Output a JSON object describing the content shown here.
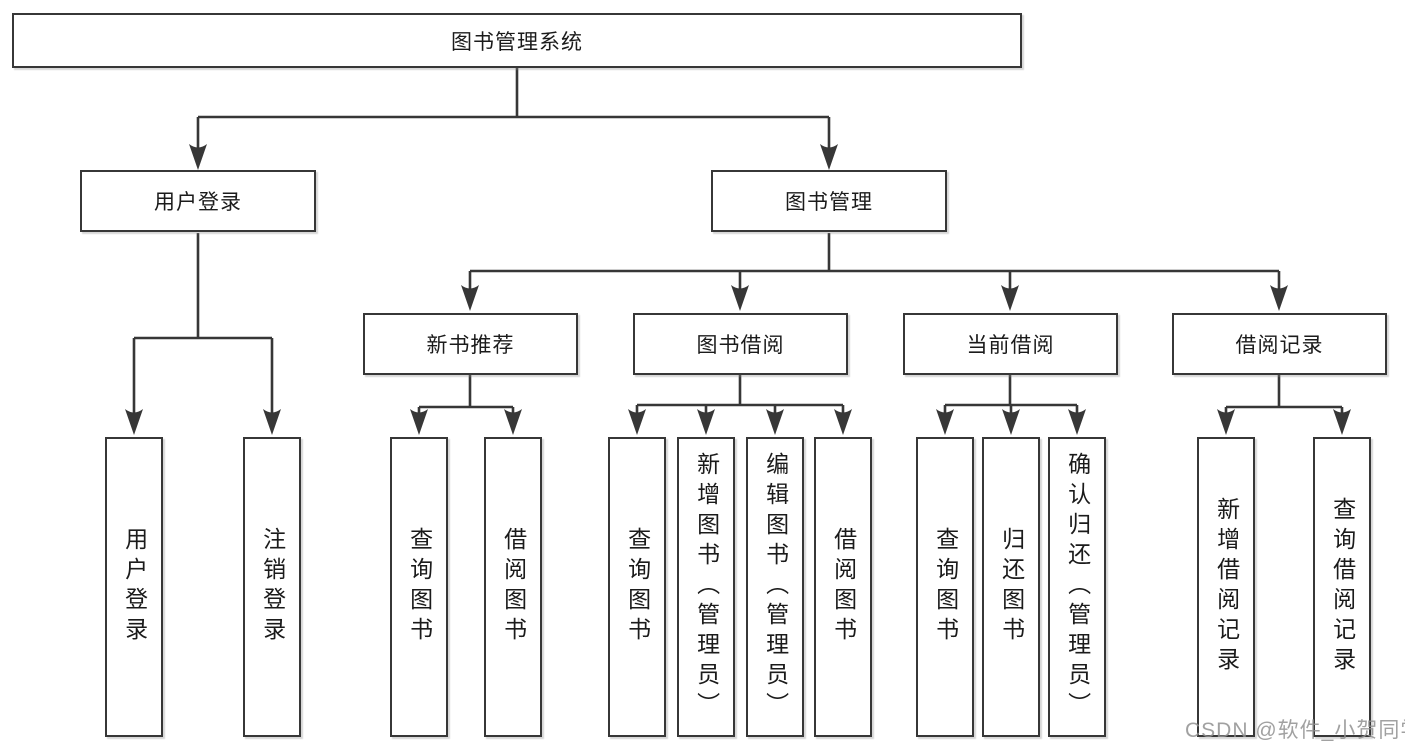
{
  "tree": {
    "label": "图书管理系统",
    "children": [
      {
        "label": "用户登录",
        "children": [
          {
            "label": "用户登录"
          },
          {
            "label": "注销登录"
          }
        ]
      },
      {
        "label": "图书管理",
        "children": [
          {
            "label": "新书推荐",
            "children": [
              {
                "label": "查询图书"
              },
              {
                "label": "借阅图书"
              }
            ]
          },
          {
            "label": "图书借阅",
            "children": [
              {
                "label": "查询图书"
              },
              {
                "label": "新增图书（管理员）"
              },
              {
                "label": "编辑图书（管理员）"
              },
              {
                "label": "借阅图书"
              }
            ]
          },
          {
            "label": "当前借阅",
            "children": [
              {
                "label": "查询图书"
              },
              {
                "label": "归还图书"
              },
              {
                "label": "确认归还（管理员）"
              }
            ]
          },
          {
            "label": "借阅记录",
            "children": [
              {
                "label": "新增借阅记录"
              },
              {
                "label": "查询借阅记录"
              }
            ]
          }
        ]
      }
    ]
  },
  "watermark": {
    "text": "CSDN @软件_小贺同学"
  },
  "colors": {
    "line": "#373737",
    "text": "#1b1b1b",
    "background": "#ffffff",
    "watermark": "#919191"
  }
}
